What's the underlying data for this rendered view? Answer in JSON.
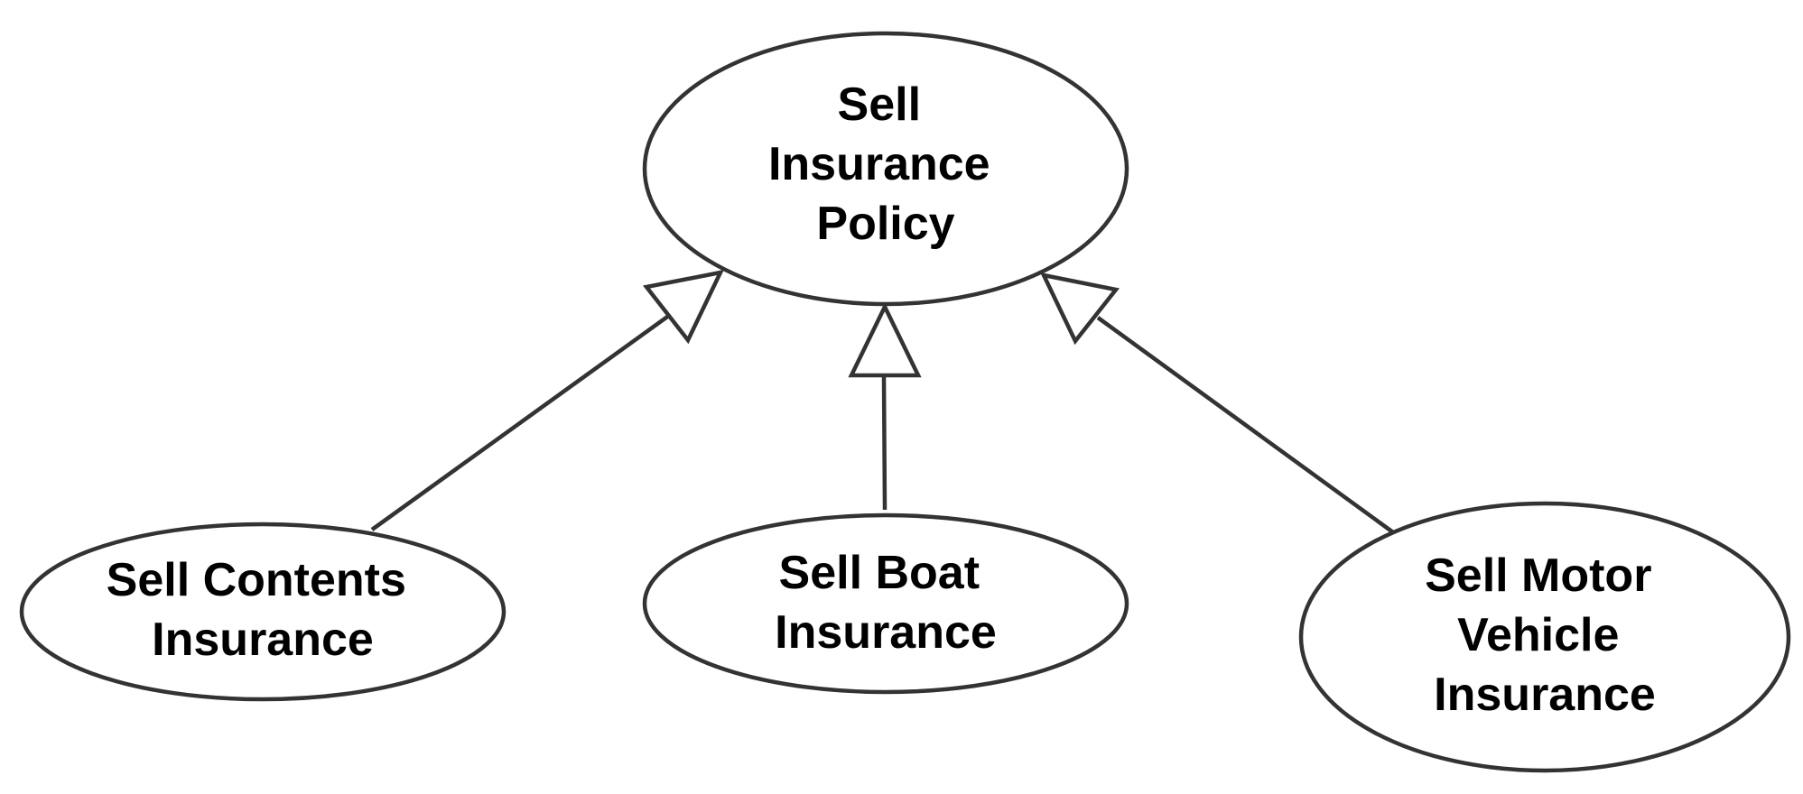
{
  "diagram": {
    "type": "uml-use-case-generalization",
    "colors": {
      "stroke": "#333333",
      "fill": "#ffffff",
      "text": "#000000"
    },
    "parent": {
      "lines": [
        "Sell",
        "Insurance",
        "Policy"
      ]
    },
    "children": [
      {
        "lines": [
          "Sell Contents",
          "Insurance"
        ]
      },
      {
        "lines": [
          "Sell Boat",
          "Insurance"
        ]
      },
      {
        "lines": [
          "Sell Motor",
          "Vehicle",
          "Insurance"
        ]
      }
    ]
  }
}
